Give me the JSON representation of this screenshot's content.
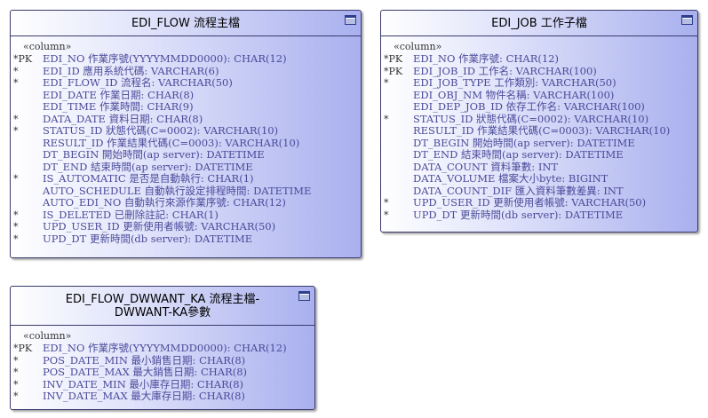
{
  "entities": [
    {
      "title": "EDI_FLOW 流程主檔",
      "stereotype": "«column»",
      "columns": [
        {
          "mark": "*PK",
          "text": "EDI_NO 作業序號(YYYYMMDD0000): CHAR(12)"
        },
        {
          "mark": "*",
          "text": "EDI_ID 應用系統代碼: VARCHAR(6)"
        },
        {
          "mark": "*",
          "text": "EDI_FLOW_ID 流程名: VARCHAR(50)"
        },
        {
          "mark": "",
          "text": "EDI_DATE 作業日期: CHAR(8)"
        },
        {
          "mark": "",
          "text": "EDI_TIME 作業時間: CHAR(9)"
        },
        {
          "mark": "*",
          "text": "DATA_DATE 資料日期: CHAR(8)"
        },
        {
          "mark": "*",
          "text": "STATUS_ID 狀態代碼(C=0002): VARCHAR(10)"
        },
        {
          "mark": "",
          "text": "RESULT_ID 作業結果代碼(C=0003): VARCHAR(10)"
        },
        {
          "mark": "",
          "text": "DT_BEGIN 開始時間(ap server): DATETIME"
        },
        {
          "mark": "",
          "text": "DT_END 結束時間(ap server): DATETIME"
        },
        {
          "mark": "*",
          "text": "IS_AUTOMATIC 是否是自動執行: CHAR(1)"
        },
        {
          "mark": "",
          "text": "AUTO_SCHEDULE 自動執行設定排程時間: DATETIME"
        },
        {
          "mark": "",
          "text": "AUTO_EDI_NO 自動執行來源作業序號: CHAR(12)"
        },
        {
          "mark": "*",
          "text": "IS_DELETED 已刪除註記: CHAR(1)"
        },
        {
          "mark": "*",
          "text": "UPD_USER_ID 更新使用者帳號: VARCHAR(50)"
        },
        {
          "mark": "*",
          "text": "UPD_DT 更新時間(db server): DATETIME"
        }
      ]
    },
    {
      "title": "EDI_JOB 工作子檔",
      "stereotype": "«column»",
      "columns": [
        {
          "mark": "*PK",
          "text": "EDI_NO 作業序號: CHAR(12)"
        },
        {
          "mark": "*PK",
          "text": "EDI_JOB_ID 工作名: VARCHAR(100)"
        },
        {
          "mark": "*",
          "text": "EDI_JOB_TYPE 工作類別: VARCHAR(50)"
        },
        {
          "mark": "",
          "text": "EDI_OBJ_NM 物件名稱: VARCHAR(100)"
        },
        {
          "mark": "",
          "text": "EDI_DEP_JOB_ID 依存工作名: VARCHAR(100)"
        },
        {
          "mark": "*",
          "text": "STATUS_ID 狀態代碼(C=0002): VARCHAR(10)"
        },
        {
          "mark": "",
          "text": "RESULT_ID 作業結果代碼(C=0003): VARCHAR(10)"
        },
        {
          "mark": "",
          "text": "DT_BEGIN 開始時間(ap server): DATETIME"
        },
        {
          "mark": "",
          "text": "DT_END 結束時間(ap server): DATETIME"
        },
        {
          "mark": "",
          "text": "DATA_COUNT 資料筆數: INT"
        },
        {
          "mark": "",
          "text": "DATA_VOLUME 檔案大小byte: BIGINT"
        },
        {
          "mark": "",
          "text": "DATA_COUNT_DIF 匯入資料筆數差異: INT"
        },
        {
          "mark": "*",
          "text": "UPD_USER_ID 更新使用者帳號: VARCHAR(50)"
        },
        {
          "mark": "*",
          "text": "UPD_DT 更新時間(db server): DATETIME"
        }
      ]
    },
    {
      "title": "EDI_FLOW_DWWANT_KA 流程主檔-DWWANT-KA參數",
      "stereotype": "«column»",
      "columns": [
        {
          "mark": "*PK",
          "text": "EDI_NO 作業序號(YYYYMMDD0000): CHAR(12)"
        },
        {
          "mark": "*",
          "text": "POS_DATE_MIN 最小銷售日期: CHAR(8)"
        },
        {
          "mark": "*",
          "text": "POS_DATE_MAX 最大銷售日期: CHAR(8)"
        },
        {
          "mark": "*",
          "text": "INV_DATE_MIN 最小庫存日期: CHAR(8)"
        },
        {
          "mark": "*",
          "text": "INV_DATE_MAX 最大庫存日期: CHAR(8)"
        }
      ]
    }
  ]
}
